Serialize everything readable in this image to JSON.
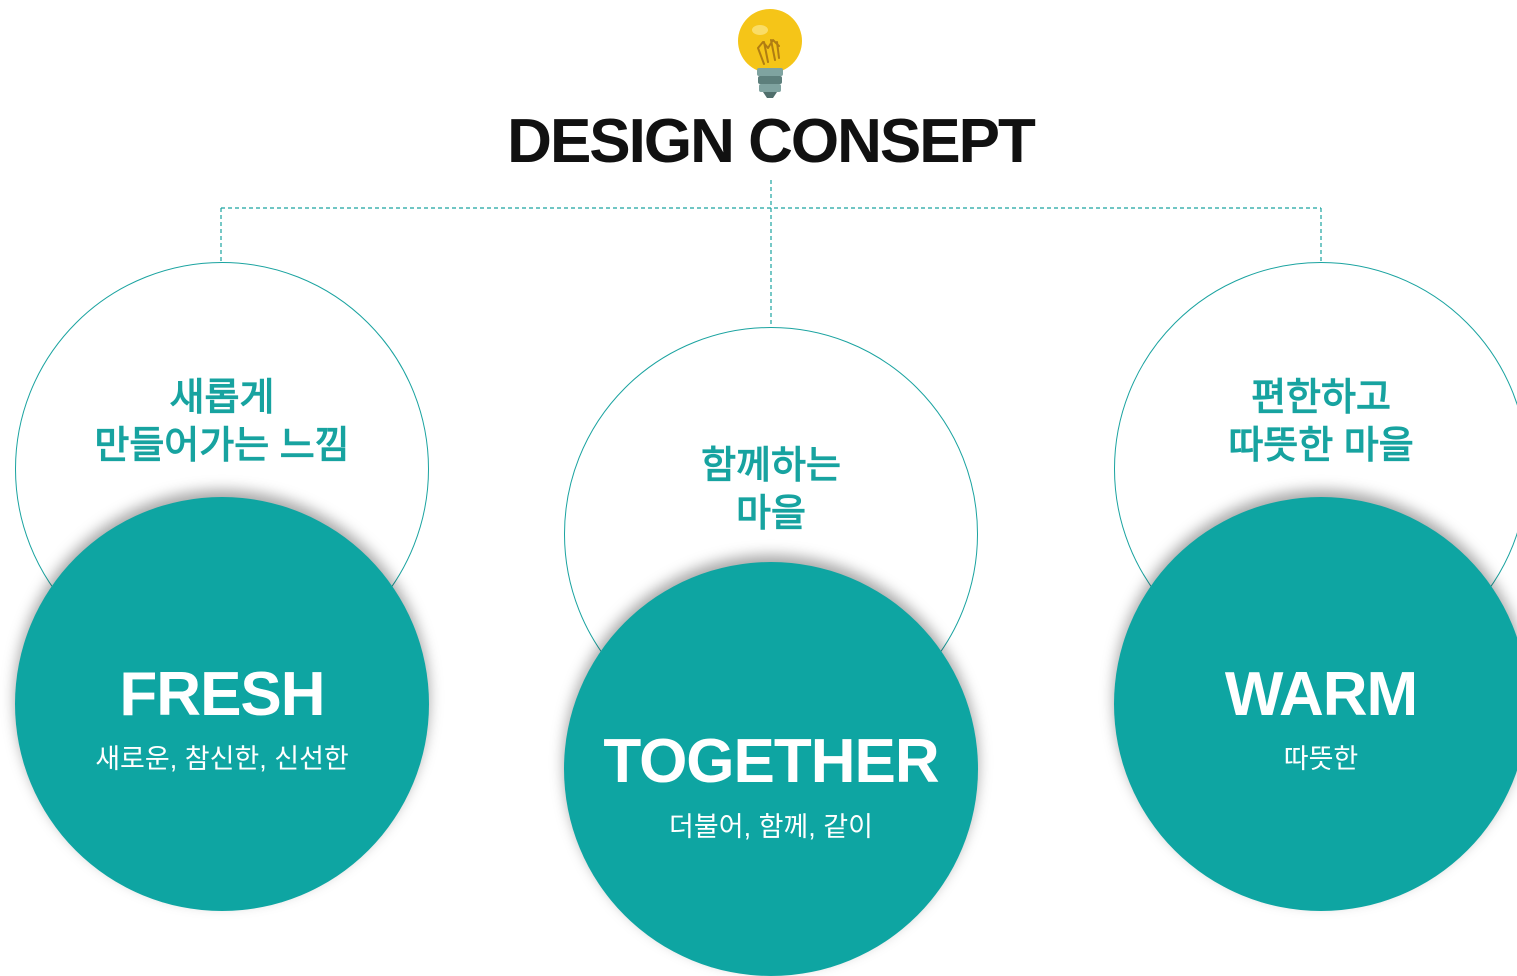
{
  "title": "DESIGN CONSEPT",
  "icon": "lightbulb-icon",
  "colors": {
    "accent": "#0ea5a2",
    "feeling_text": "#17a3a0",
    "title_text": "#111111",
    "bulb_yellow": "#f5c518",
    "bulb_base": "#6f8f8c"
  },
  "concepts": [
    {
      "feeling_line1": "새롭게",
      "feeling_line2": "만들어가는 느낌",
      "keyword": "FRESH",
      "description": "새로운, 참신한, 신선한"
    },
    {
      "feeling_line1": "함께하는",
      "feeling_line2": "마을",
      "keyword": "TOGETHER",
      "description": "더불어, 함께, 같이"
    },
    {
      "feeling_line1": "편한하고",
      "feeling_line2": "따뜻한 마을",
      "keyword": "WARM",
      "description": "따뜻한"
    }
  ]
}
